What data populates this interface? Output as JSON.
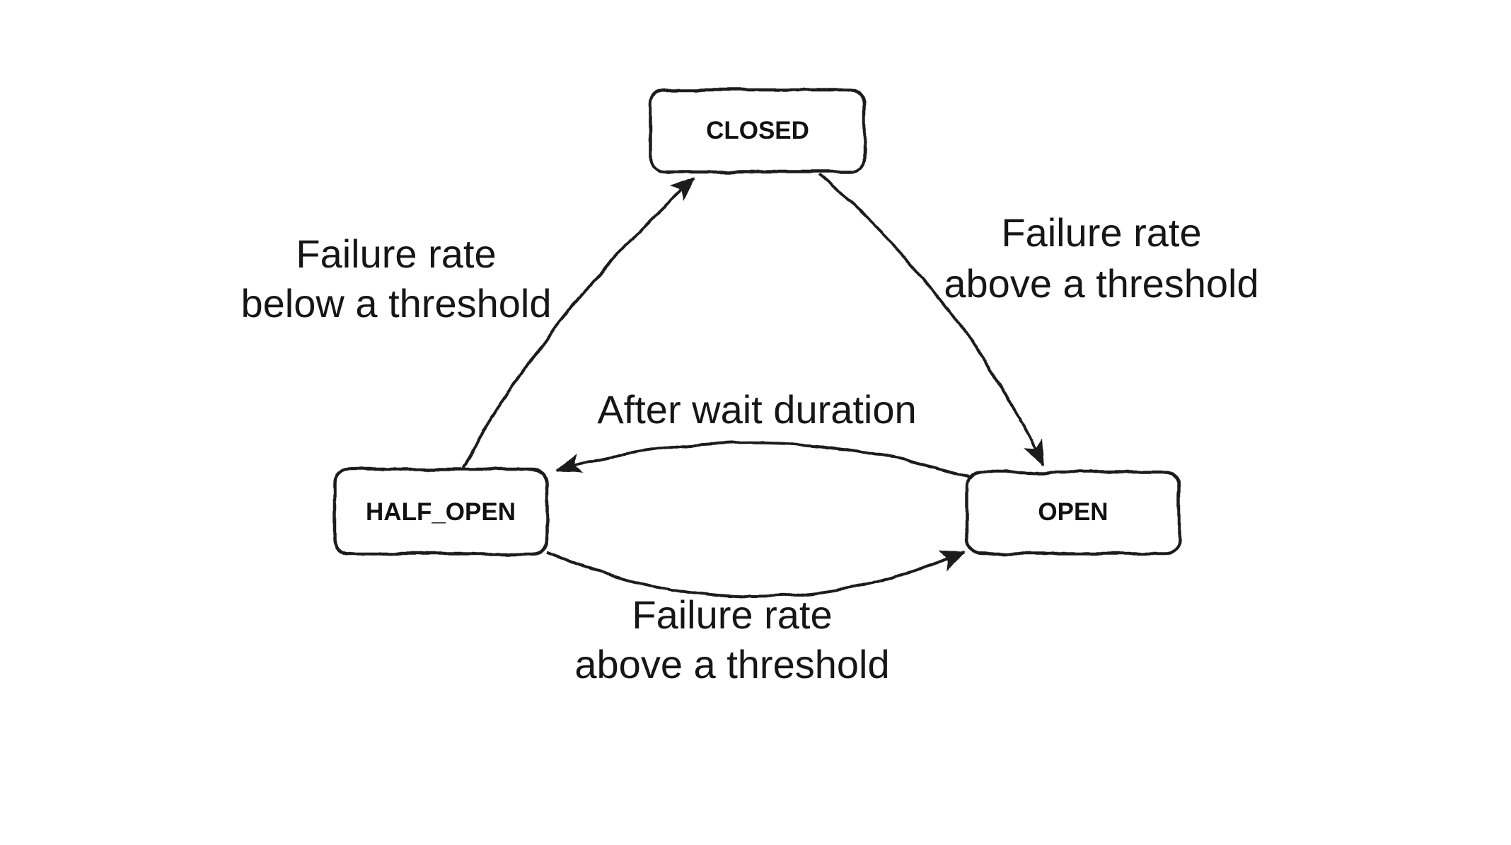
{
  "diagram": {
    "type": "state-machine",
    "colors": {
      "background": "#ffffff",
      "stroke": "#1b1b1b",
      "state_fill": "#ffffff",
      "text": "#161616"
    },
    "states": {
      "closed": {
        "label": "CLOSED"
      },
      "half_open": {
        "label": "HALF_OPEN"
      },
      "open": {
        "label": "OPEN"
      }
    },
    "transitions": {
      "half_open_to_closed": {
        "from": "HALF_OPEN",
        "to": "CLOSED",
        "label_line1": "Failure rate",
        "label_line2": "below a threshold"
      },
      "closed_to_open": {
        "from": "CLOSED",
        "to": "OPEN",
        "label_line1": "Failure rate",
        "label_line2": "above a threshold"
      },
      "open_to_half_open": {
        "from": "OPEN",
        "to": "HALF_OPEN",
        "label_line1": "After wait duration"
      },
      "half_open_to_open": {
        "from": "HALF_OPEN",
        "to": "OPEN",
        "label_line1": "Failure rate",
        "label_line2": "above a threshold"
      }
    }
  }
}
